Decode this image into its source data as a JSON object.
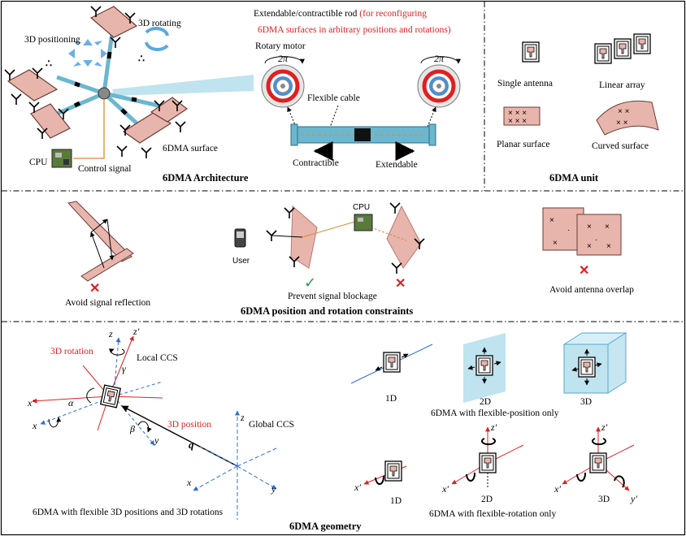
{
  "panel1": {
    "caption": "6DMA Architecture",
    "label_3d_positioning": "3D positioning",
    "label_3d_rotating": "3D rotating",
    "label_6dma_surface": "6DMA surface",
    "label_cpu": "CPU",
    "label_control_signal": "Control signal",
    "rod_title_black": "Extendable/contractible rod",
    "rod_title_red_1": "(for reconfiguring",
    "rod_title_red_2": "6DMA surfaces in arbitrary positions and rotations)",
    "label_rotary_motor": "Rotary motor",
    "label_2pi_left": "2π",
    "label_2pi_right": "2π",
    "label_flexible_cable": "Flexible cable",
    "label_contractible": "Contractible",
    "label_extendable": "Extendable",
    "label_dots_1": ".",
    "label_dots_2": ":",
    "label_dots_3": "∴"
  },
  "panel2": {
    "caption": "6DMA unit",
    "single_antenna": "Single antenna",
    "linear_array": "Linear array",
    "planar_surface": "Planar surface",
    "curved_surface": "Curved surface"
  },
  "panel3": {
    "caption": "6DMA position and rotation constraints",
    "avoid_reflection": "Avoid signal reflection",
    "prevent_blockage": "Prevent signal blockage",
    "avoid_overlap": "Avoid antenna overlap",
    "cpu": "CPU",
    "user": "User"
  },
  "panel4": {
    "caption": "6DMA geometry",
    "rotation_3d": "3D rotation",
    "position_3d": "3D position",
    "local_ccs": "Local CCS",
    "global_ccs": "Global CCS",
    "axis_z": "z",
    "axis_z_prime": "z′",
    "axis_x": "x",
    "axis_x_prime": "x′",
    "axis_y": "y",
    "axis_y_prime": "y′",
    "alpha": "α",
    "beta": "β",
    "gamma": "γ",
    "q": "q",
    "global_x": "x",
    "global_y": "y",
    "global_z": "z",
    "caption_left": "6DMA with flexible 3D positions and 3D rotations",
    "pos_1d": "1D",
    "pos_2d": "2D",
    "pos_3d": "3D",
    "caption_position_only": "6DMA with flexible-position only",
    "rot_1d": "1D",
    "rot_2d": "2D",
    "rot_3d": "3D",
    "rot_x_prime_1": "x′",
    "rot_x_prime_2": "x′",
    "rot_x_prime_3": "x′",
    "rot_z_prime_2": "z′",
    "rot_z_prime_3": "z′",
    "rot_y_prime_3": "y′",
    "caption_rotation_only": "6DMA with flexible-rotation only"
  },
  "colors": {
    "surface_fill": "#e8b5ac",
    "surface_stroke": "#6b3b35",
    "rod_blue": "#6bb7cf",
    "accent_red": "#e02020",
    "check_green": "#1aa34a",
    "axis_blue": "#2a6fd6"
  },
  "icons": [
    "dish-antenna-icon",
    "rotate-arrows-icon",
    "position-arrows-icon",
    "cpu-chip-icon",
    "phone-icon",
    "rotary-motor-icon",
    "check-icon",
    "cross-icon"
  ]
}
